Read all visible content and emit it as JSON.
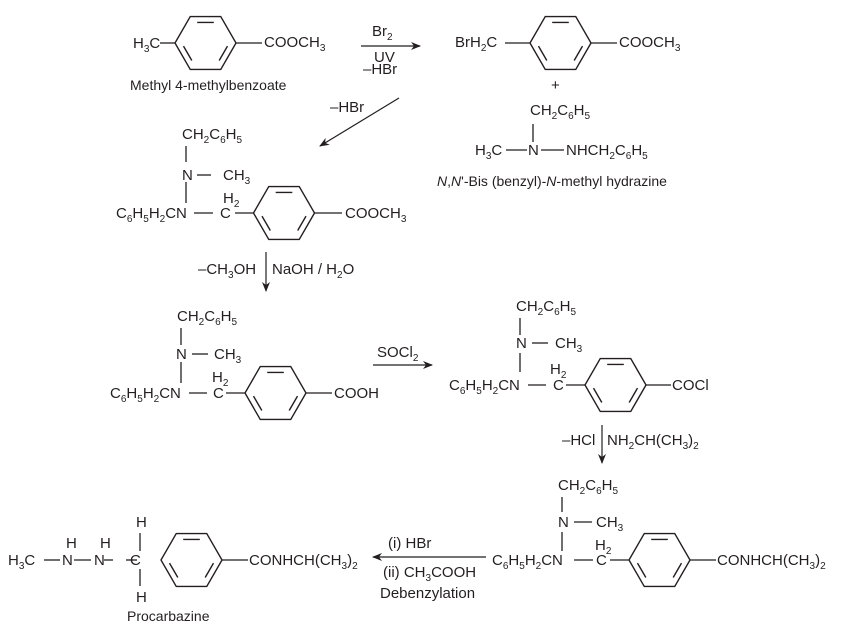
{
  "title": "Synthesis of Procarbazine",
  "colors": {
    "ink": "#231f20",
    "background": "#ffffff"
  },
  "compounds": {
    "start": {
      "left": "H<sub>3</sub>C",
      "right": "COOCH<sub>3</sub>",
      "name": "Methyl 4-methylbenzoate"
    },
    "bromide": {
      "left": "BrH<sub>2</sub>C",
      "right": "COOCH<sub>3</sub>",
      "plus": "+"
    },
    "hydrazine": {
      "top": "CH<sub>2</sub>C<sub>6</sub>H<sub>5</sub>",
      "left": "H<sub>3</sub>C",
      "center": "N",
      "right": "NHCH<sub>2</sub>C<sub>6</sub>H<sub>5</sub>",
      "name": "<i>N</i>,<i>N</i>'-Bis (benzyl)-<i>N</i>-methyl hydrazine"
    },
    "ester_intermediate": {
      "top": "CH<sub>2</sub>C<sub>6</sub>H<sub>5</sub>",
      "n_methyl": "N",
      "methyl": "CH<sub>3</sub>",
      "left": "C<sub>6</sub>H<sub>5</sub>H<sub>2</sub>CN",
      "h2": "H<sub>2</sub>",
      "c": "C",
      "right": "COOCH<sub>3</sub>"
    },
    "acid_intermediate": {
      "top": "CH<sub>2</sub>C<sub>6</sub>H<sub>5</sub>",
      "n_methyl": "N",
      "methyl": "CH<sub>3</sub>",
      "left": "C<sub>6</sub>H<sub>5</sub>H<sub>2</sub>CN",
      "h2": "H<sub>2</sub>",
      "c": "C",
      "right": "COOH"
    },
    "acyl_chloride": {
      "top": "CH<sub>2</sub>C<sub>6</sub>H<sub>5</sub>",
      "n_methyl": "N",
      "methyl": "CH<sub>3</sub>",
      "left": "C<sub>6</sub>H<sub>5</sub>H<sub>2</sub>CN",
      "h2": "H<sub>2</sub>",
      "c": "C",
      "right": "COCl"
    },
    "amide_intermediate": {
      "top": "CH<sub>2</sub>C<sub>6</sub>H<sub>5</sub>",
      "n_methyl": "N",
      "methyl": "CH<sub>3</sub>",
      "left": "C<sub>6</sub>H<sub>5</sub>H<sub>2</sub>CN",
      "h2": "H<sub>2</sub>",
      "c": "C",
      "right": "CONHCH(CH<sub>3</sub>)<sub>2</sub>"
    },
    "procarbazine": {
      "left": "H<sub>3</sub>C",
      "n1": "N",
      "n1_h": "H",
      "n2": "N",
      "n2_h": "H",
      "c": "C",
      "c_h_top": "H",
      "c_h_bottom": "H",
      "right": "CONHCH(CH<sub>3</sub>)<sub>2</sub>",
      "name": "Procarbazine"
    }
  },
  "reactions": {
    "bromination": {
      "above": "Br<sub>2</sub>",
      "below1": "UV",
      "below2": "–HBr"
    },
    "coupling": {
      "label": "–HBr"
    },
    "hydrolysis": {
      "left": "–CH<sub>3</sub>OH",
      "right": "NaOH / H<sub>2</sub>O"
    },
    "chlorination": {
      "above": "SOCl<sub>2</sub>"
    },
    "amidation": {
      "left": "–HCl",
      "right": "NH<sub>2</sub>CH(CH<sub>3</sub>)<sub>2</sub>"
    },
    "debenzylation": {
      "above": "(i) HBr",
      "below1": "(ii) CH<sub>3</sub>COOH",
      "below2": "Debenzylation"
    }
  }
}
